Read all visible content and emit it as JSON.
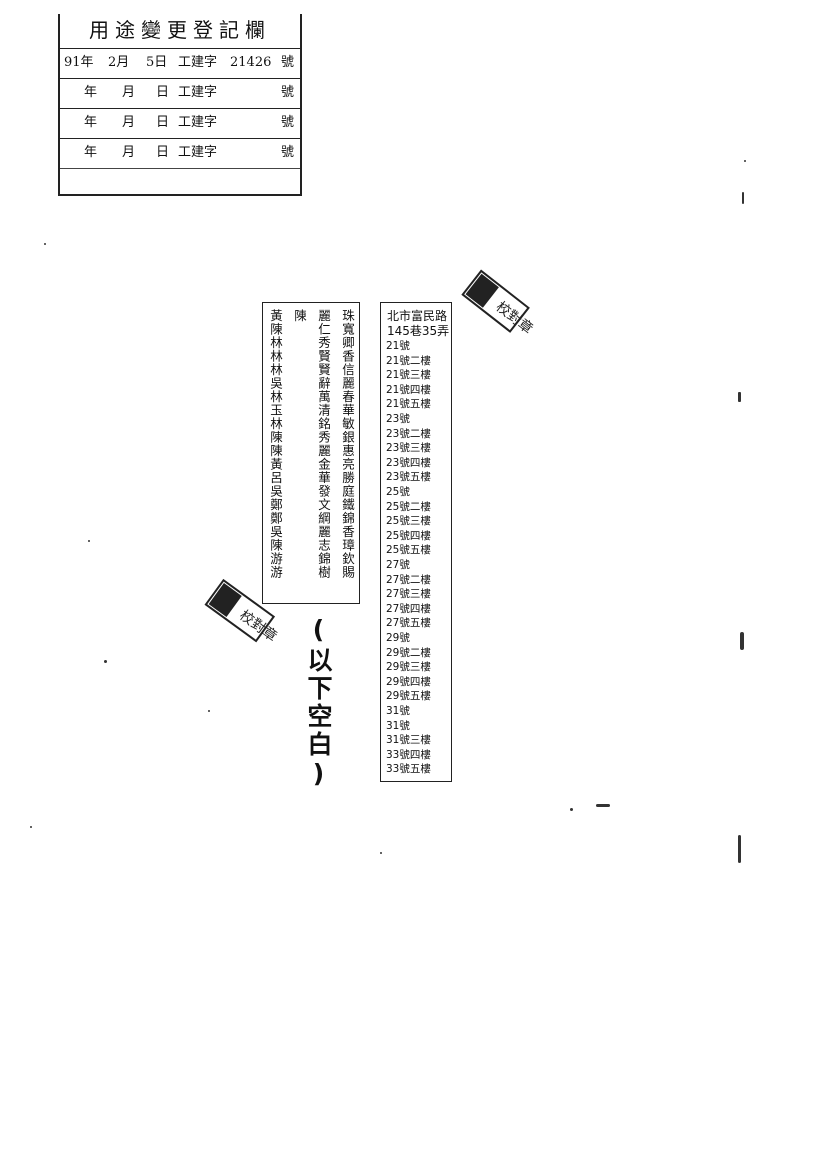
{
  "registry": {
    "title": "用途變更登記欄",
    "rows": [
      {
        "year": "91年",
        "month": "2月",
        "day": "5日",
        "ref": "工建字",
        "num": "21426",
        "suffix": "號"
      },
      {
        "year": "年",
        "month": "月",
        "day": "日",
        "ref": "工建字",
        "num": "",
        "suffix": "號"
      },
      {
        "year": "年",
        "month": "月",
        "day": "日",
        "ref": "工建字",
        "num": "",
        "suffix": "號"
      },
      {
        "year": "年",
        "month": "月",
        "day": "日",
        "ref": "工建字",
        "num": "",
        "suffix": "號"
      }
    ]
  },
  "owners": {
    "columns": [
      "珠寬卿香信麗春華敏銀惠亮勝庭鐵錦香璋欽賜",
      "麗仁秀賢賢辭萬清銘秀麗金華發文綱麗志錦樹",
      "陳",
      "黃陳林林林吳林玉林陳陳黃呂吳鄭鄭吳陳游游"
    ]
  },
  "address": {
    "header_line1": "北市富民路",
    "header_line2": "145巷35弄",
    "lines": [
      "21號",
      "21號二樓",
      "21號三樓",
      "21號四樓",
      "21號五樓",
      "23號",
      "23號二樓",
      "23號三樓",
      "23號四樓",
      "23號五樓",
      "25號",
      "25號二樓",
      "25號三樓",
      "25號四樓",
      "25號五樓",
      "27號",
      "27號二樓",
      "27號三樓",
      "27號四樓",
      "27號五樓",
      "29號",
      "29號二樓",
      "29號三樓",
      "29號四樓",
      "29號五樓",
      "31號",
      "31號",
      "31號三樓",
      "33號四樓",
      "33號五樓"
    ]
  },
  "blank_note": "(以下空白)",
  "stamps": {
    "text": "校對章"
  }
}
